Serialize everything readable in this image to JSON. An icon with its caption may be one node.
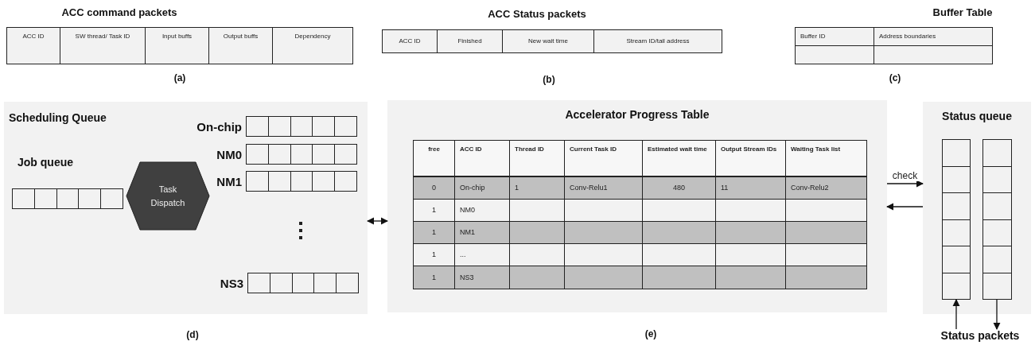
{
  "diagram": {
    "nodes": [
      {
        "text": [
          "Scheduling Queue"
        ]
      },
      {
        "text": [
          "Job queue"
        ],
        "in": 0
      },
      {
        "text": [
          "Task Dispatch"
        ],
        "in": 0
      },
      {
        "text": [
          "On-chip"
        ],
        "in": 0
      },
      {
        "text": [
          "NM0"
        ],
        "in": 0
      },
      {
        "text": [
          "NM1"
        ],
        "in": 0
      },
      {
        "text": [
          "NS3"
        ],
        "in": 0
      },
      {
        "text": [
          "Accelerator Progress Table"
        ]
      },
      {
        "text": [
          "Status queue"
        ]
      },
      {
        "text": [],
        "shape": "box",
        "in": 8
      },
      {
        "text": [],
        "shape": "box",
        "in": 8
      },
      {
        "text": [
          "Status packets"
        ]
      }
    ],
    "edges": [
      {
        "from": 0,
        "to": 7,
        "arrow": "both"
      },
      {
        "from": 7,
        "to": 8,
        "arrow": "to",
        "label": "check"
      },
      {
        "from": 8,
        "to": 7,
        "arrow": "to"
      },
      {
        "from": 11,
        "to": 9,
        "arrow": "to"
      },
      {
        "from": 10,
        "to": 11,
        "arrow": "to"
      }
    ],
    "labels": [
      "ACC command packets",
      "ACC Status packets",
      "Buffer Table",
      "ACC ID",
      "SW thread/ Task ID",
      "Input buffs",
      "Output buffs",
      "Dependency",
      "ACC ID",
      "Finished",
      "New wait time",
      "Stream ID/tail address",
      "Buffer ID",
      "Address boundaries",
      "(a)",
      "(b)",
      "(c)",
      "free",
      "ACC ID",
      "Thread ID",
      "Current Task ID",
      "Estimated wait time",
      "Output Stream IDs",
      "Waiting Task list",
      "0",
      "On-chip",
      "1",
      "Conv-Relu1",
      "480",
      "11",
      "Conv-Relu2",
      "1",
      "NM0",
      "1",
      "NM1",
      "1",
      "...",
      "1",
      "NS3",
      "(d)",
      "(e)"
    ]
  }
}
